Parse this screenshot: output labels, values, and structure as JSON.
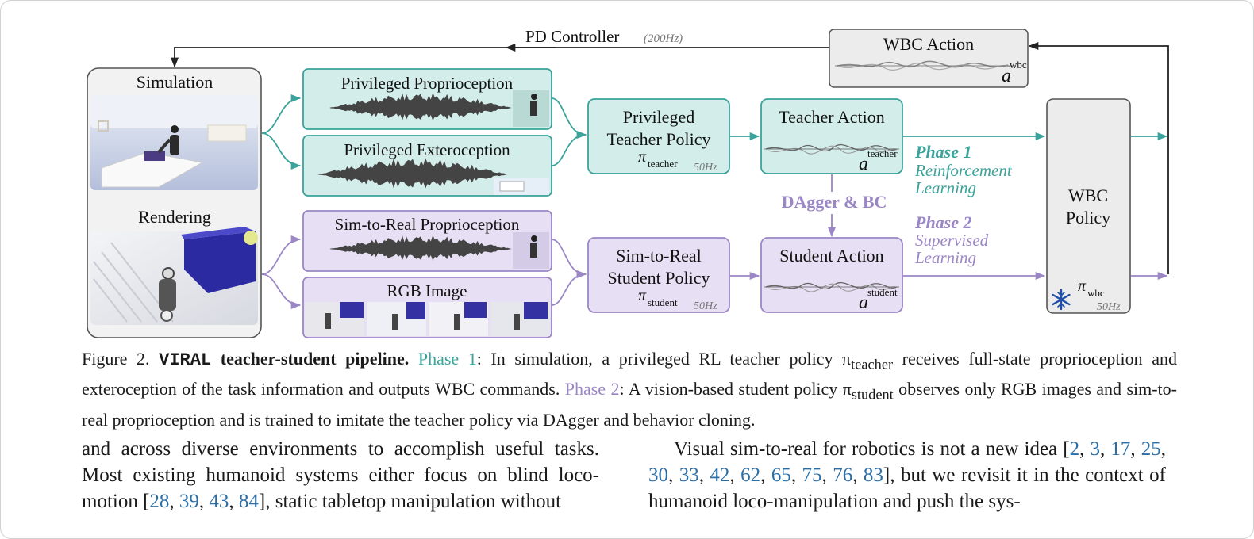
{
  "diagram": {
    "pd_controller": {
      "label": "PD Controller",
      "rate": "(200Hz)"
    },
    "wbc_action": {
      "title": "WBC Action",
      "symbol": "a",
      "superscript": "wbc"
    },
    "simulation_panel": {
      "top_label": "Simulation",
      "bottom_label": "Rendering"
    },
    "teacher_inputs": [
      "Privileged Proprioception",
      "Privileged Exteroception"
    ],
    "student_inputs": [
      "Sim-to-Real Proprioception",
      "RGB Image"
    ],
    "teacher_policy": {
      "line1": "Privileged",
      "line2": "Teacher Policy",
      "symbol": "π",
      "subscript": "teacher",
      "rate": "50Hz"
    },
    "student_policy": {
      "line1": "Sim-to-Real",
      "line2": "Student Policy",
      "symbol": "π",
      "subscript": "student",
      "rate": "50Hz"
    },
    "teacher_action": {
      "title": "Teacher Action",
      "symbol": "a",
      "superscript": "teacher"
    },
    "student_action": {
      "title": "Student Action",
      "symbol": "a",
      "superscript": "student"
    },
    "dagger_label": "DAgger & BC",
    "phase1": {
      "title": "Phase 1",
      "line1": "Reinforcement",
      "line2": "Learning"
    },
    "phase2": {
      "title": "Phase 2",
      "line1": "Supervised",
      "line2": "Learning"
    },
    "wbc_policy": {
      "line1": "WBC",
      "line2": "Policy",
      "symbol": "π",
      "subscript": "wbc",
      "rate": "50Hz",
      "icon": "snowflake-icon"
    }
  },
  "caption": {
    "figure_label": "Figure 2.",
    "name": "VIRAL",
    "title": "teacher-student pipeline.",
    "phase1_label": "Phase 1",
    "text1_a": ": In simulation, a privileged RL teacher policy π",
    "text1_sub": "teacher",
    "text1_b": " receives full-state proprioception and exteroception of the task information and outputs WBC commands.",
    "phase2_label": "Phase 2",
    "text2_a": ": A vision-based student policy π",
    "text2_sub": "student",
    "text2_b": " observes only RGB images and sim-to-real proprioception and is trained to imitate the teacher policy via DAgger and behavior cloning."
  },
  "body": {
    "left": {
      "t1": "and across diverse environments to accomplish useful tasks. Most existing humanoid systems either focus on blind loco-motion [",
      "refs": [
        "28",
        "39",
        "43",
        "84"
      ],
      "t2": "], static tabletop manipulation without"
    },
    "right": {
      "t1": "Visual sim-to-real for robotics is not a new idea [",
      "refs": [
        "2",
        "3",
        "17",
        "25",
        "30",
        "33",
        "42",
        "62",
        "65",
        "75",
        "76",
        "83"
      ],
      "t2": "], but we revisit it in the context of humanoid loco-manipulation and push the sys-"
    }
  },
  "colors": {
    "teacher_stroke": "#3aa39b",
    "teacher_fill": "#d3eeea",
    "student_stroke": "#9b86c6",
    "student_fill": "#e7e0f4",
    "gray_fill": "#ececec",
    "ref_link": "#2a6ea8"
  }
}
